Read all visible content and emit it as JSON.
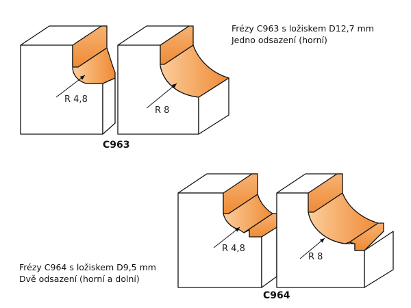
{
  "c963": {
    "caption_line1": "Frézy C963 s ložiskem D12,7 mm",
    "caption_line2": "Jedno odsazení (horní)",
    "model": "C963",
    "radius_small": "R 4,8",
    "radius_large": "R 8"
  },
  "c964": {
    "caption_line1": "Frézy C964 s ložiskem D9,5 mm",
    "caption_line2": "Dvě odsazení (horní a dolní)",
    "model": "C964",
    "radius_small": "R 4,8",
    "radius_large": "R 8"
  },
  "colors": {
    "profile_orange": "#f39a4a",
    "profile_highlight": "#fbcd9c",
    "outline": "#111111",
    "block_face": "#ffffff"
  }
}
